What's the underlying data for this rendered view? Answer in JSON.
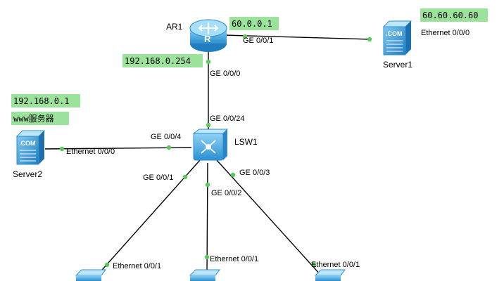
{
  "devices": {
    "router": {
      "name": "AR1"
    },
    "switch": {
      "name": "LSW1"
    },
    "server1": {
      "name": "Server1",
      "badge": ".COM"
    },
    "server2": {
      "name": "Server2",
      "badge": ".COM"
    },
    "pc_badge": ""
  },
  "annotations": {
    "ip_router_wan": "60.0.0.1",
    "ip_server1": "60.60.60.60",
    "ip_router_lan": "192.168.0.254",
    "ip_server2": "192.168.0.1",
    "server2_role": "www服务器"
  },
  "ports": {
    "router_ge001": "GE 0/0/1",
    "server1_eth": "Ethernet 0/0/0",
    "router_ge000": "GE 0/0/0",
    "switch_ge0024": "GE 0/0/24",
    "switch_ge004": "GE 0/0/4",
    "server2_eth": "Ethernet 0/0/0",
    "switch_ge001": "GE 0/0/1",
    "switch_ge002": "GE 0/0/2",
    "switch_ge003": "GE 0/0/3",
    "pc1_eth": "Ethernet 0/0/1",
    "pc2_eth": "Ethernet 0/0/1",
    "pc3_eth": "Ethernet 0/0/1"
  },
  "colors": {
    "highlight": "#9be39b",
    "port_dot": "#5dc85d",
    "device_blue": "#3aa0d8"
  }
}
